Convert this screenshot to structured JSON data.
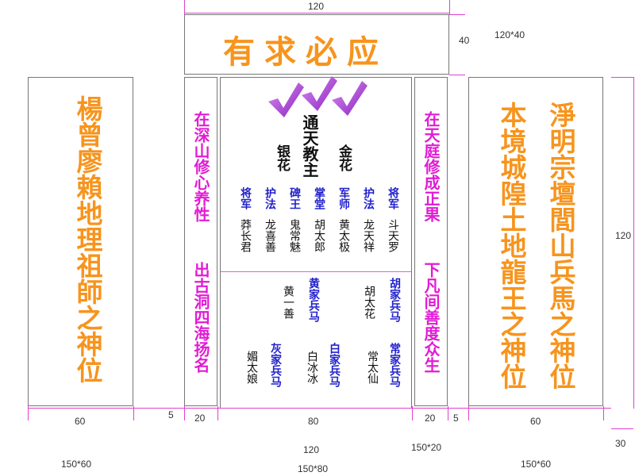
{
  "title": "有求必应",
  "left_panel": "楊曾廖賴地理祖師之神位",
  "right_panel_col1": "淨明宗壇閭山兵馬之神位",
  "right_panel_col2": "本境城隍土地龍王之神位",
  "couplet_left_top": "在深山修心养性",
  "couplet_left_bottom": "出古洞四海扬名",
  "couplet_right_top": "在天庭修成正果",
  "couplet_right_bottom": "下凡间善度众生",
  "center": {
    "main": "通天教主",
    "left_of_main": "银花",
    "right_of_main": "金花",
    "row_upper": [
      {
        "title": "将军",
        "name": "莽长君"
      },
      {
        "title": "护法",
        "name": "龙喜善"
      },
      {
        "title": "碑王",
        "name": "鬼常魅"
      },
      {
        "title": "掌堂",
        "name": "胡太郎"
      },
      {
        "title": "军师",
        "name": "黄太极"
      },
      {
        "title": "护法",
        "name": "龙天祥"
      },
      {
        "title": "将军",
        "name": "斗天罗"
      }
    ],
    "lower_a": [
      {
        "text": "黄一善",
        "kind": "black"
      },
      {
        "text": "黄家兵马",
        "kind": "blue"
      },
      {
        "text": "胡太花",
        "kind": "black"
      },
      {
        "text": "胡家兵马",
        "kind": "blue"
      }
    ],
    "lower_b": [
      {
        "text": "媚太娘",
        "kind": "black"
      },
      {
        "text": "灰家兵马",
        "kind": "blue"
      },
      {
        "text": "白冰冰",
        "kind": "black"
      },
      {
        "text": "白家兵马",
        "kind": "blue"
      },
      {
        "text": "常太仙",
        "kind": "black"
      },
      {
        "text": "常家兵马",
        "kind": "blue"
      }
    ]
  },
  "dims": {
    "top_width": "120",
    "top_height": "40",
    "top_size": "120*40",
    "side_height": "120",
    "left_width": "60",
    "gap_left": "5",
    "couplet_left_width": "20",
    "center_width": "80",
    "couplet_right_width": "20",
    "gap_right": "5",
    "right_width": "60",
    "bottom_total": "120",
    "right_bottom": "30",
    "left_size": "150*60",
    "couplet_size": "150*20",
    "center_size": "150*80",
    "right_size": "150*60"
  },
  "colors": {
    "orange": "#f7941d",
    "magenta": "#e21bd5",
    "blue": "#2222cc",
    "black": "#111111",
    "check": "#b040d8"
  }
}
